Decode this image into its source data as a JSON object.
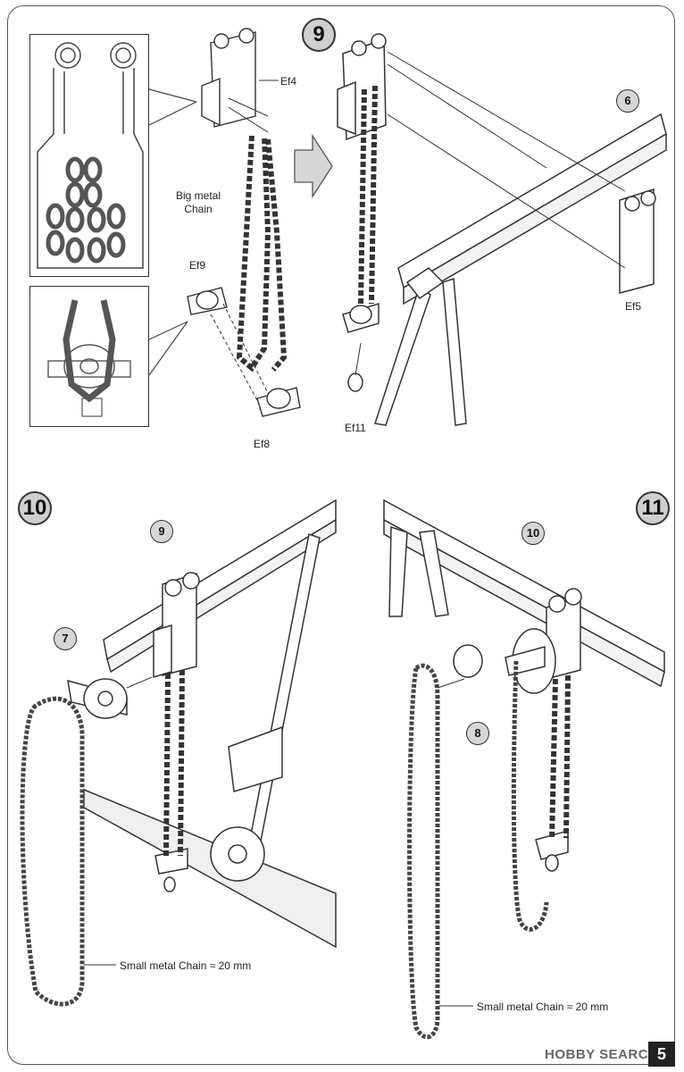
{
  "steps": [
    {
      "number": "9"
    },
    {
      "number": "10"
    },
    {
      "number": "11"
    }
  ],
  "part_refs": {
    "step9": "6",
    "step10_a": "9",
    "step10_b": "7",
    "step11_a": "10",
    "step11_b": "8"
  },
  "labels": {
    "ef4": "Ef4",
    "big_chain": "Big metal\nChain",
    "ef9": "Ef9",
    "ef8": "Ef8",
    "ef5": "Ef5",
    "ef11": "Ef11",
    "small_chain_left": "Small metal Chain ≈ 20 mm",
    "small_chain_right": "Small metal Chain ≈ 20 mm"
  },
  "footer": {
    "watermark": "HOBBY SEARCH",
    "page_number": "5"
  }
}
